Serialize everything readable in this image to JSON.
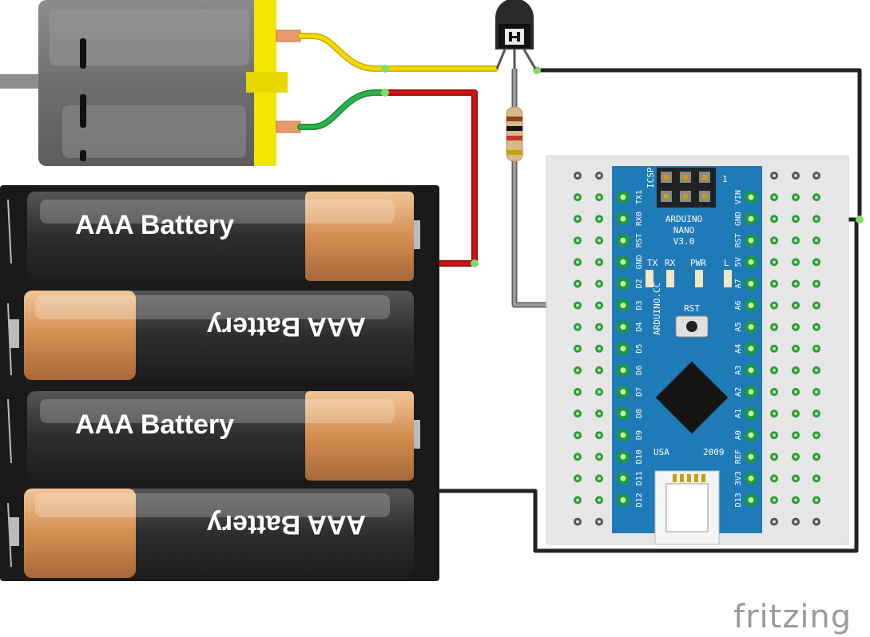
{
  "batteries": [
    {
      "label": "AAA Battery",
      "orientation": "normal"
    },
    {
      "label": "AAA Battery",
      "orientation": "flipped"
    },
    {
      "label": "AAA Battery",
      "orientation": "normal"
    },
    {
      "label": "AAA Battery",
      "orientation": "flipped"
    }
  ],
  "nano": {
    "line1": "ARDUINO",
    "line2": "NANO",
    "line3": "V3.0",
    "icsp": "ICSP",
    "icsp_num": "1",
    "tx": "TX",
    "rx": "RX",
    "pwr": "PWR",
    "l": "L",
    "rst_button": "RST",
    "site": "ARDUINO.CC",
    "usa": "USA",
    "year": "2009",
    "left_pins": [
      "TX1",
      "RX0",
      "RST",
      "GND",
      "D2",
      "D3",
      "D4",
      "D5",
      "D6",
      "D7",
      "D8",
      "D9",
      "D10",
      "D11",
      "D12"
    ],
    "right_pins": [
      "VIN",
      "GND",
      "RST",
      "5V",
      "A7",
      "A6",
      "A5",
      "A4",
      "A3",
      "A2",
      "A1",
      "A0",
      "REF",
      "3V3",
      "D13"
    ]
  },
  "brand": "fritzing",
  "colors": {
    "motor_body": "#7a7a7a",
    "motor_cap": "#f2e600",
    "wire_yellow": "#f5d800",
    "wire_green": "#2bb34a",
    "wire_red": "#cc1010",
    "wire_black": "#222222",
    "wire_gray": "#8a8a8a",
    "board_blue": "#1f7ab8",
    "breadboard": "#e8e8e8",
    "battery_copper": "#d89a5e"
  }
}
